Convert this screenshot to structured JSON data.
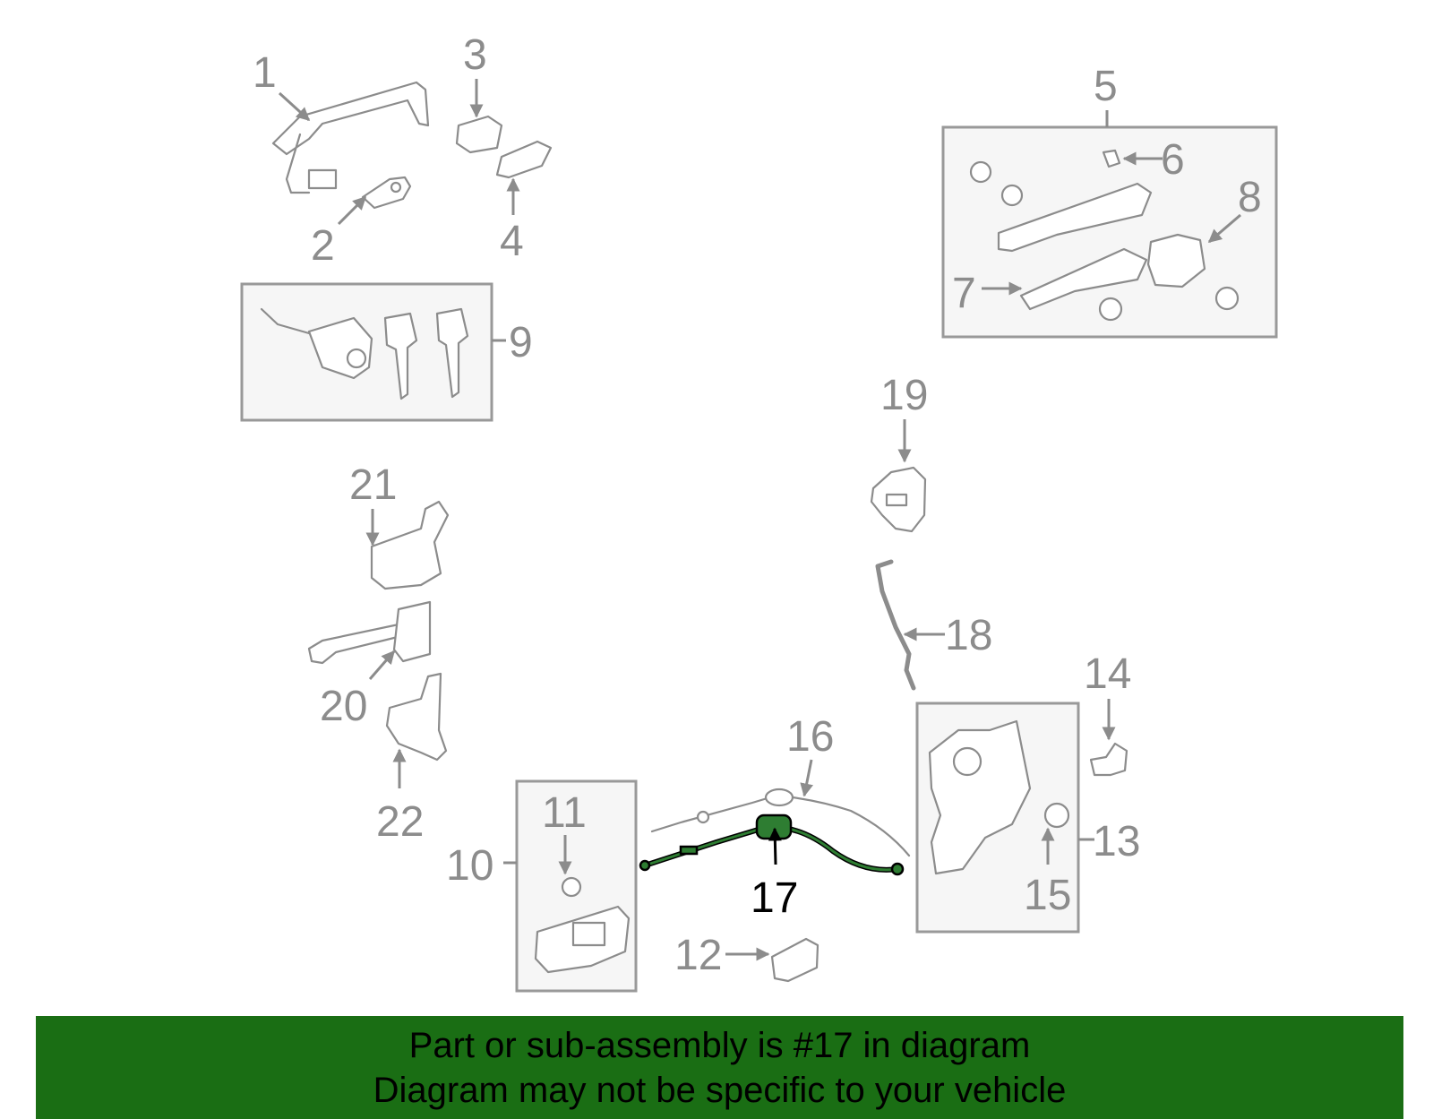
{
  "diagram": {
    "callouts": {
      "c1": "1",
      "c2": "2",
      "c3": "3",
      "c4": "4",
      "c5": "5",
      "c6": "6",
      "c7": "7",
      "c8": "8",
      "c9": "9",
      "c10": "10",
      "c11": "11",
      "c12": "12",
      "c13": "13",
      "c14": "14",
      "c15": "15",
      "c16": "16",
      "c17": "17",
      "c18": "18",
      "c19": "19",
      "c20": "20",
      "c21": "21",
      "c22": "22"
    },
    "highlighted_part": "17"
  },
  "banner": {
    "line1": "Part or sub-assembly is #17 in diagram",
    "line2": "Diagram may not be specific to your vehicle"
  },
  "colors": {
    "banner_bg": "#1a6e14",
    "highlight": "#2e7d32",
    "part_stroke": "#8c8c8c",
    "box_stroke": "#999999"
  }
}
